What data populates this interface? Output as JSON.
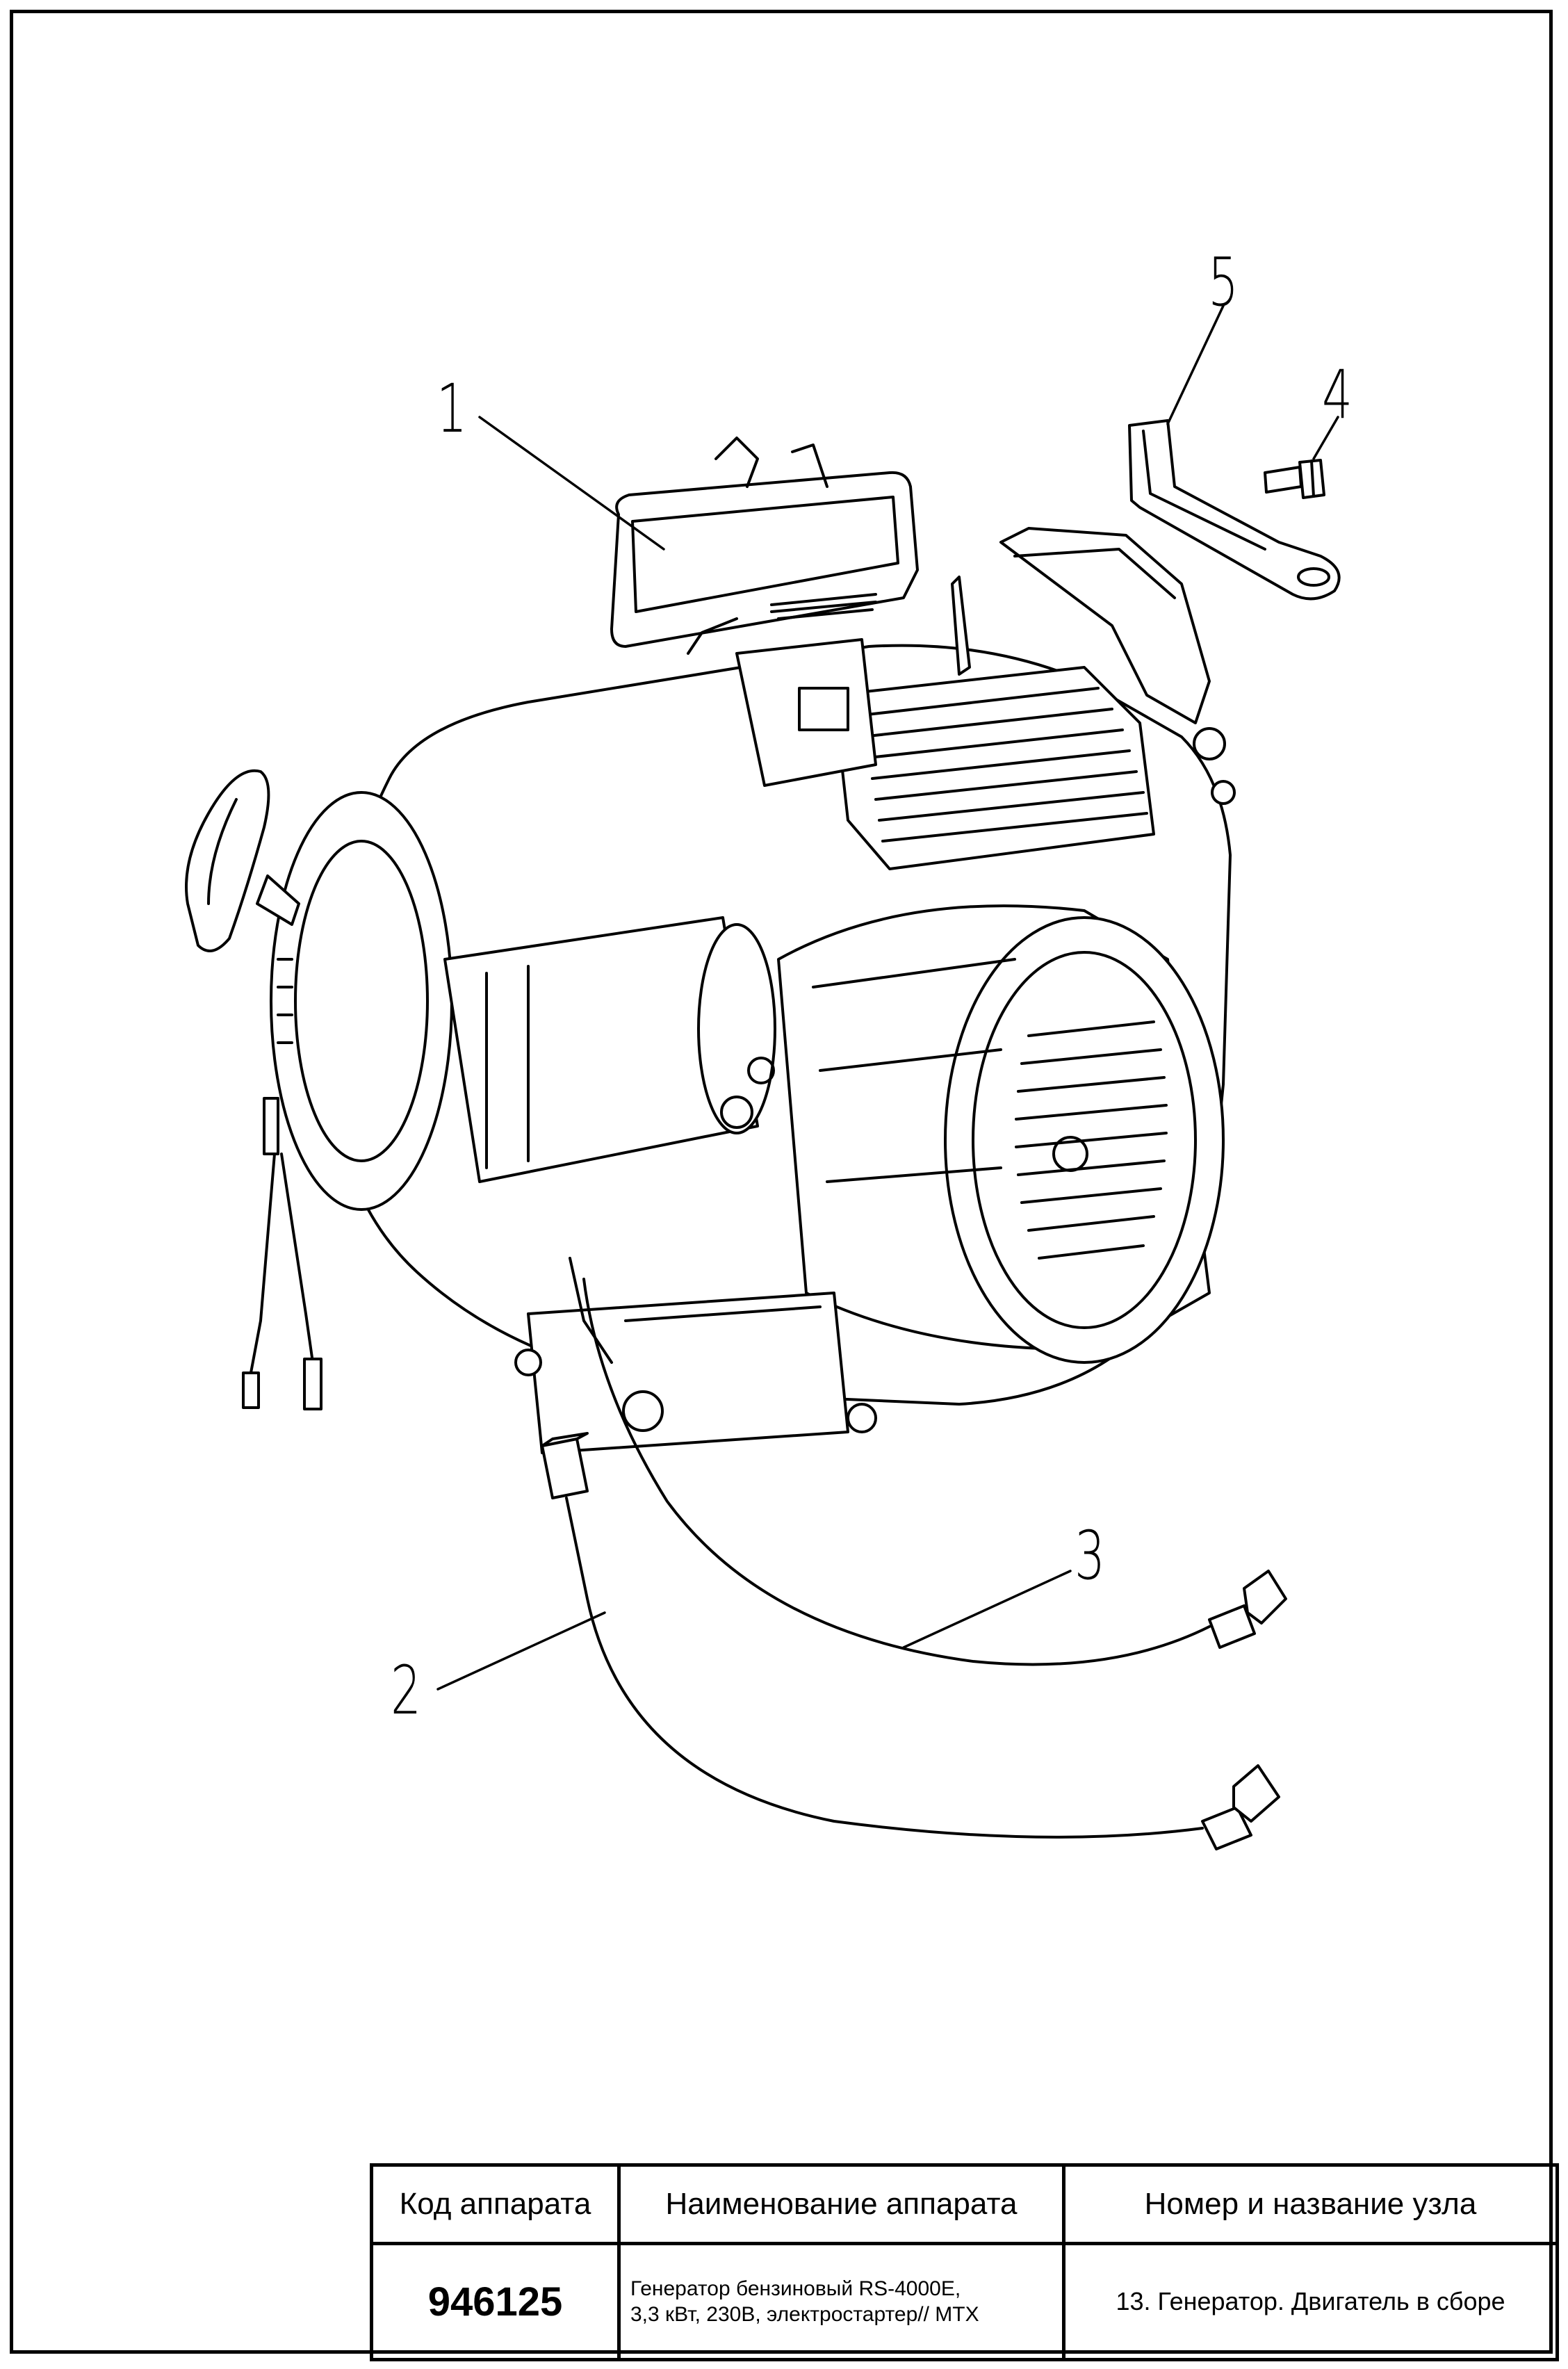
{
  "callouts": {
    "c1": "1",
    "c2": "2",
    "c3": "3",
    "c4": "4",
    "c5": "5"
  },
  "title_block": {
    "col1_header": "Код аппарата",
    "col2_header": "Наименование аппарата",
    "col3_header": "Номер и название узла",
    "code": "946125",
    "name_line1": "Генератор бензиновый RS-4000E,",
    "name_line2": "3,3 кВт, 230В, электростартер// MTX",
    "unit": "13. Генератор. Двигатель в сборе"
  }
}
